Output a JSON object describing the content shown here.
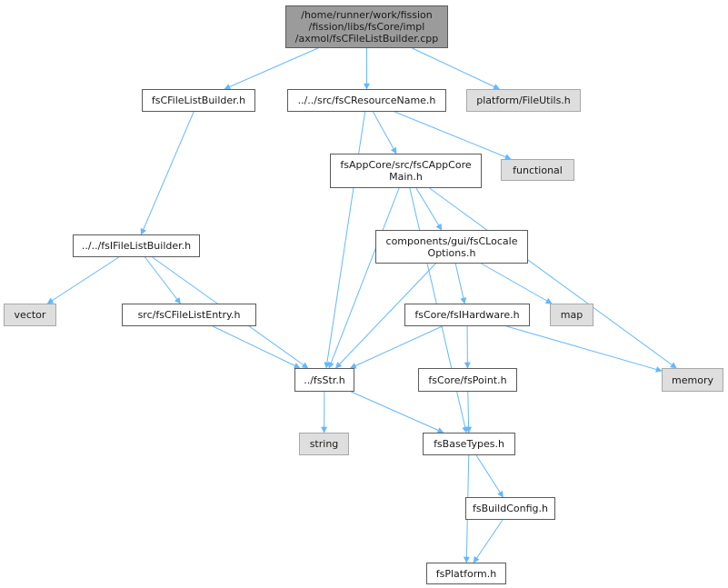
{
  "colors": {
    "edge": "#63b8ff",
    "node_border": "#5a5a5a",
    "system_fill": "#dedede",
    "root_fill": "#9b9b9b"
  },
  "nodes": [
    {
      "id": "root",
      "label": "/home/runner/work/fission\n/fission/libs/fsCore/impl\n/axmol/fsCFileListBuilder.cpp",
      "kind": "root"
    },
    {
      "id": "fscfilelistbuilder_h",
      "label": "fsCFileListBuilder.h",
      "kind": "file"
    },
    {
      "id": "fscresourcename_h",
      "label": "../../src/fsCResourceName.h",
      "kind": "file"
    },
    {
      "id": "fileutils_h",
      "label": "platform/FileUtils.h",
      "kind": "system"
    },
    {
      "id": "functional",
      "label": "functional",
      "kind": "system"
    },
    {
      "id": "fsappcoremain_h",
      "label": "fsAppCore/src/fsCAppCore\nMain.h",
      "kind": "file"
    },
    {
      "id": "fsifilelistbuilder_h",
      "label": "../../fsIFileListBuilder.h",
      "kind": "file"
    },
    {
      "id": "localeoptions_h",
      "label": "components/gui/fsCLocale\nOptions.h",
      "kind": "file"
    },
    {
      "id": "vector",
      "label": "vector",
      "kind": "system"
    },
    {
      "id": "fscfilelistentry_h",
      "label": "src/fsCFileListEntry.h",
      "kind": "file"
    },
    {
      "id": "fsihardware_h",
      "label": "fsCore/fsIHardware.h",
      "kind": "file"
    },
    {
      "id": "map",
      "label": "map",
      "kind": "system"
    },
    {
      "id": "fsstr_h",
      "label": "../fsStr.h",
      "kind": "file"
    },
    {
      "id": "fspoint_h",
      "label": "fsCore/fsPoint.h",
      "kind": "file"
    },
    {
      "id": "memory",
      "label": "memory",
      "kind": "system"
    },
    {
      "id": "string",
      "label": "string",
      "kind": "system"
    },
    {
      "id": "fsbasetypes_h",
      "label": "fsBaseTypes.h",
      "kind": "file"
    },
    {
      "id": "fsbuildconfig_h",
      "label": "fsBuildConfig.h",
      "kind": "file"
    },
    {
      "id": "fsplatform_h",
      "label": "fsPlatform.h",
      "kind": "file"
    }
  ],
  "edges": [
    [
      "root",
      "fscfilelistbuilder_h"
    ],
    [
      "root",
      "fscresourcename_h"
    ],
    [
      "root",
      "fileutils_h"
    ],
    [
      "fscfilelistbuilder_h",
      "fsifilelistbuilder_h"
    ],
    [
      "fscresourcename_h",
      "functional"
    ],
    [
      "fscresourcename_h",
      "fsappcoremain_h"
    ],
    [
      "fscresourcename_h",
      "fsstr_h"
    ],
    [
      "fsifilelistbuilder_h",
      "vector"
    ],
    [
      "fsifilelistbuilder_h",
      "fscfilelistentry_h"
    ],
    [
      "fsifilelistbuilder_h",
      "fsstr_h"
    ],
    [
      "fsappcoremain_h",
      "localeoptions_h"
    ],
    [
      "fsappcoremain_h",
      "fsstr_h"
    ],
    [
      "fsappcoremain_h",
      "memory"
    ],
    [
      "fsappcoremain_h",
      "fsbasetypes_h"
    ],
    [
      "localeoptions_h",
      "fsihardware_h"
    ],
    [
      "localeoptions_h",
      "map"
    ],
    [
      "localeoptions_h",
      "fsstr_h"
    ],
    [
      "fscfilelistentry_h",
      "fsstr_h"
    ],
    [
      "fsihardware_h",
      "fsstr_h"
    ],
    [
      "fsihardware_h",
      "fspoint_h"
    ],
    [
      "fsihardware_h",
      "memory"
    ],
    [
      "fsstr_h",
      "string"
    ],
    [
      "fsstr_h",
      "fsbasetypes_h"
    ],
    [
      "fspoint_h",
      "fsbasetypes_h"
    ],
    [
      "fsbasetypes_h",
      "fsbuildconfig_h"
    ],
    [
      "fsbasetypes_h",
      "fsplatform_h"
    ],
    [
      "fsbuildconfig_h",
      "fsplatform_h"
    ]
  ]
}
